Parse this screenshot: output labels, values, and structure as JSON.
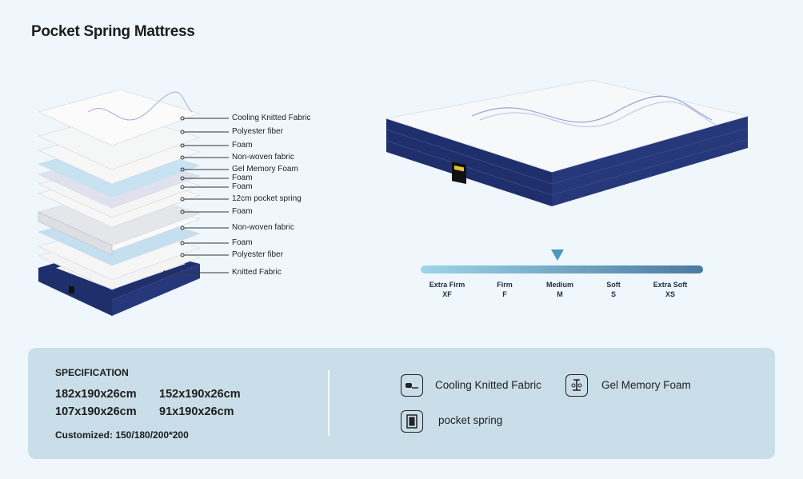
{
  "title": "Pocket Spring Mattress",
  "layers": [
    "Cooling Knitted Fabric",
    "Polyester fiber",
    "Foam",
    "Non-woven fabric",
    "Gel Memory Foam",
    "Foam",
    "Foam",
    "12cm pocket spring",
    "Foam",
    "Non-woven fabric",
    "Foam",
    "Polyester fiber",
    "Knitted Fabric"
  ],
  "firmness": {
    "selected": "Medium",
    "levels": [
      {
        "name": "Extra Firm",
        "code": "XF"
      },
      {
        "name": "Firm",
        "code": "F"
      },
      {
        "name": "Medium",
        "code": "M"
      },
      {
        "name": "Soft",
        "code": "S"
      },
      {
        "name": "Extra Soft",
        "code": "XS"
      }
    ]
  },
  "spec": {
    "heading": "SPECIFICATION",
    "sizes": [
      "182x190x26cm",
      "152x190x26cm",
      "107x190x26cm",
      "91x190x26cm"
    ],
    "customized": "Customized: 150/180/200*200"
  },
  "features": [
    {
      "icon": "fabric-icon",
      "label": "Cooling Knitted Fabric"
    },
    {
      "icon": "gel-foam-icon",
      "label": "Gel Memory Foam"
    },
    {
      "icon": "pocket-spring-icon",
      "label": "pocket spring"
    }
  ],
  "colors": {
    "navy": "#1f2f6b",
    "panel": "#c9dee9",
    "scale_start": "#9cd6e8",
    "scale_end": "#4a7aa0"
  }
}
